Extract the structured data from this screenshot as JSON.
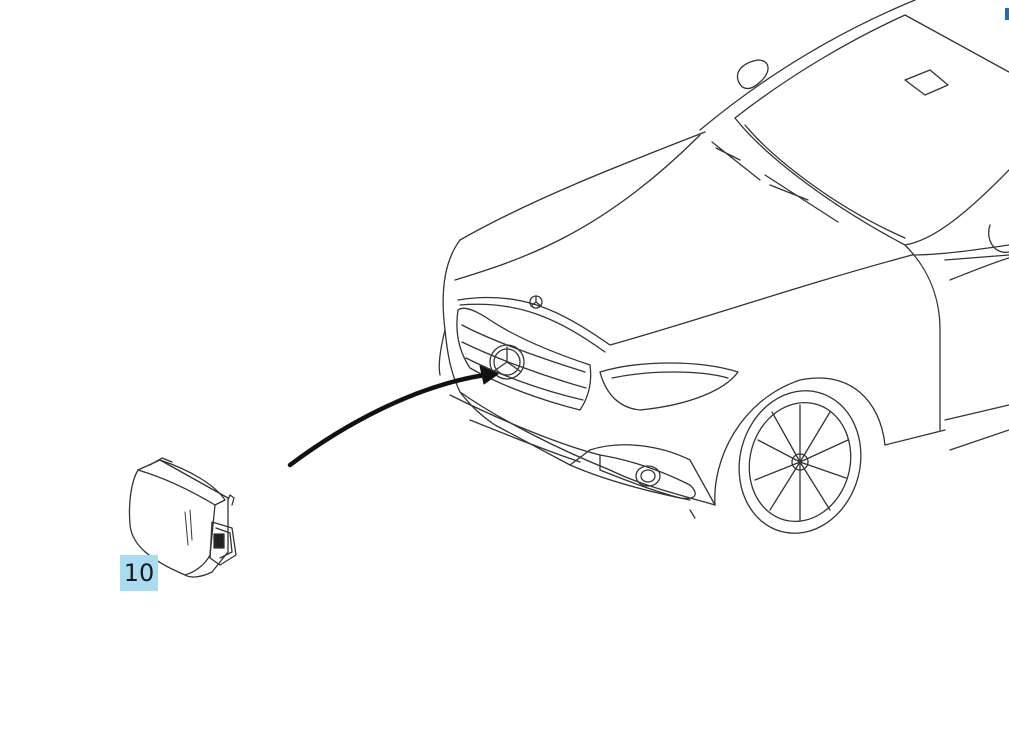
{
  "callouts": [
    {
      "label": "10"
    }
  ],
  "colors": {
    "callout_background": "#a9dcf0",
    "line_art": "#333333",
    "arrow": "#111111",
    "edge_mark": "#1f6fb5"
  },
  "icons": {
    "part": "radar-sensor-module",
    "vehicle": "sedan-front-three-quarter",
    "pointer": "curved-arrow"
  }
}
